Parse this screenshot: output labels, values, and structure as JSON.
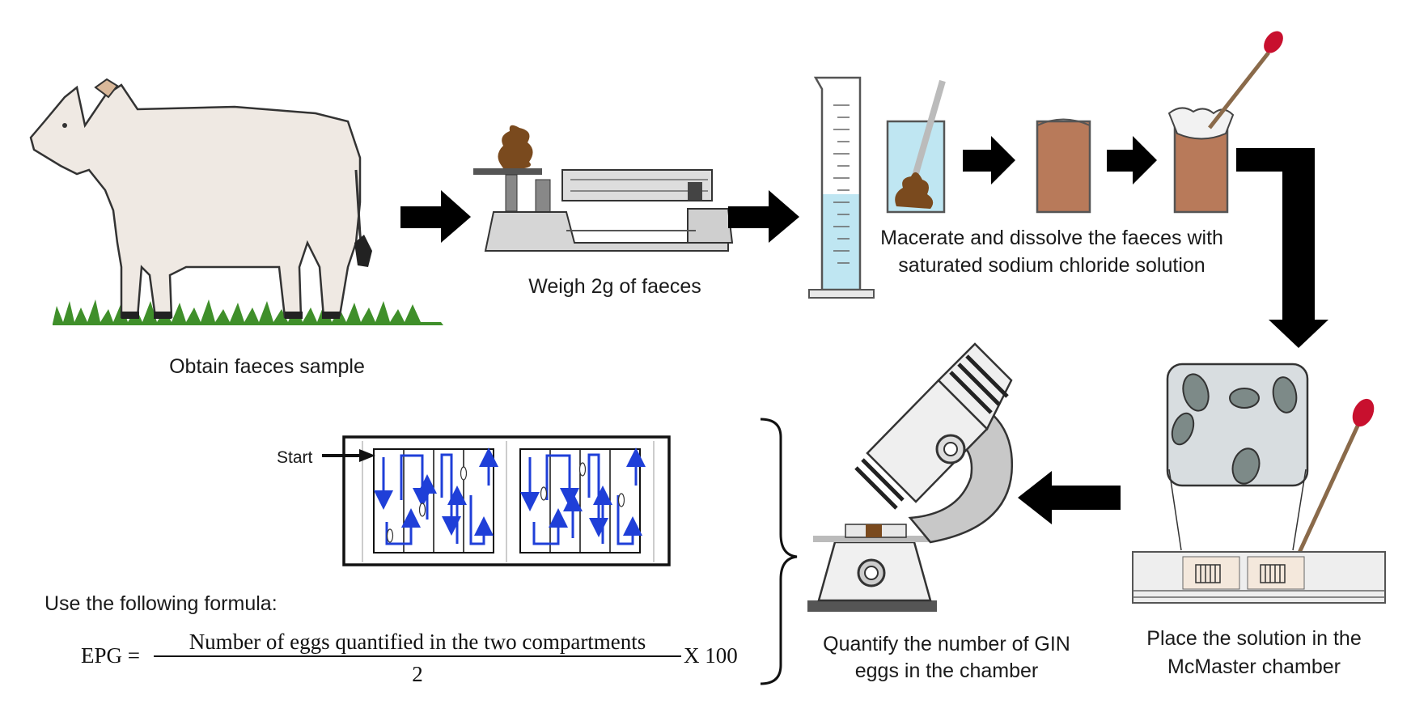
{
  "steps": {
    "obtain": "Obtain faeces sample",
    "weigh": "Weigh 2g of faeces",
    "macerate_line1": "Macerate and dissolve the faeces with",
    "macerate_line2": "saturated sodium chloride solution",
    "place_line1": "Place the solution in the",
    "place_line2": "McMaster chamber",
    "quantify_line1": "Quantify the number of GIN",
    "quantify_line2": "eggs in the chamber"
  },
  "grid": {
    "start_label": "Start"
  },
  "formula": {
    "intro": "Use the following formula:",
    "lhs": "EPG =",
    "numerator": "Number of eggs quantified in the two compartments",
    "denominator": "2",
    "rhs": "X 100"
  },
  "colors": {
    "arrow": "#000000",
    "grid_arrow": "#1f3fd8",
    "cow_body": "#efe9e3",
    "grass": "#3f8f2a",
    "faeces": "#7a4a1e",
    "mix": "#b87a5a",
    "water": "#bfe6f2",
    "pipette_bulb": "#c8102e"
  }
}
